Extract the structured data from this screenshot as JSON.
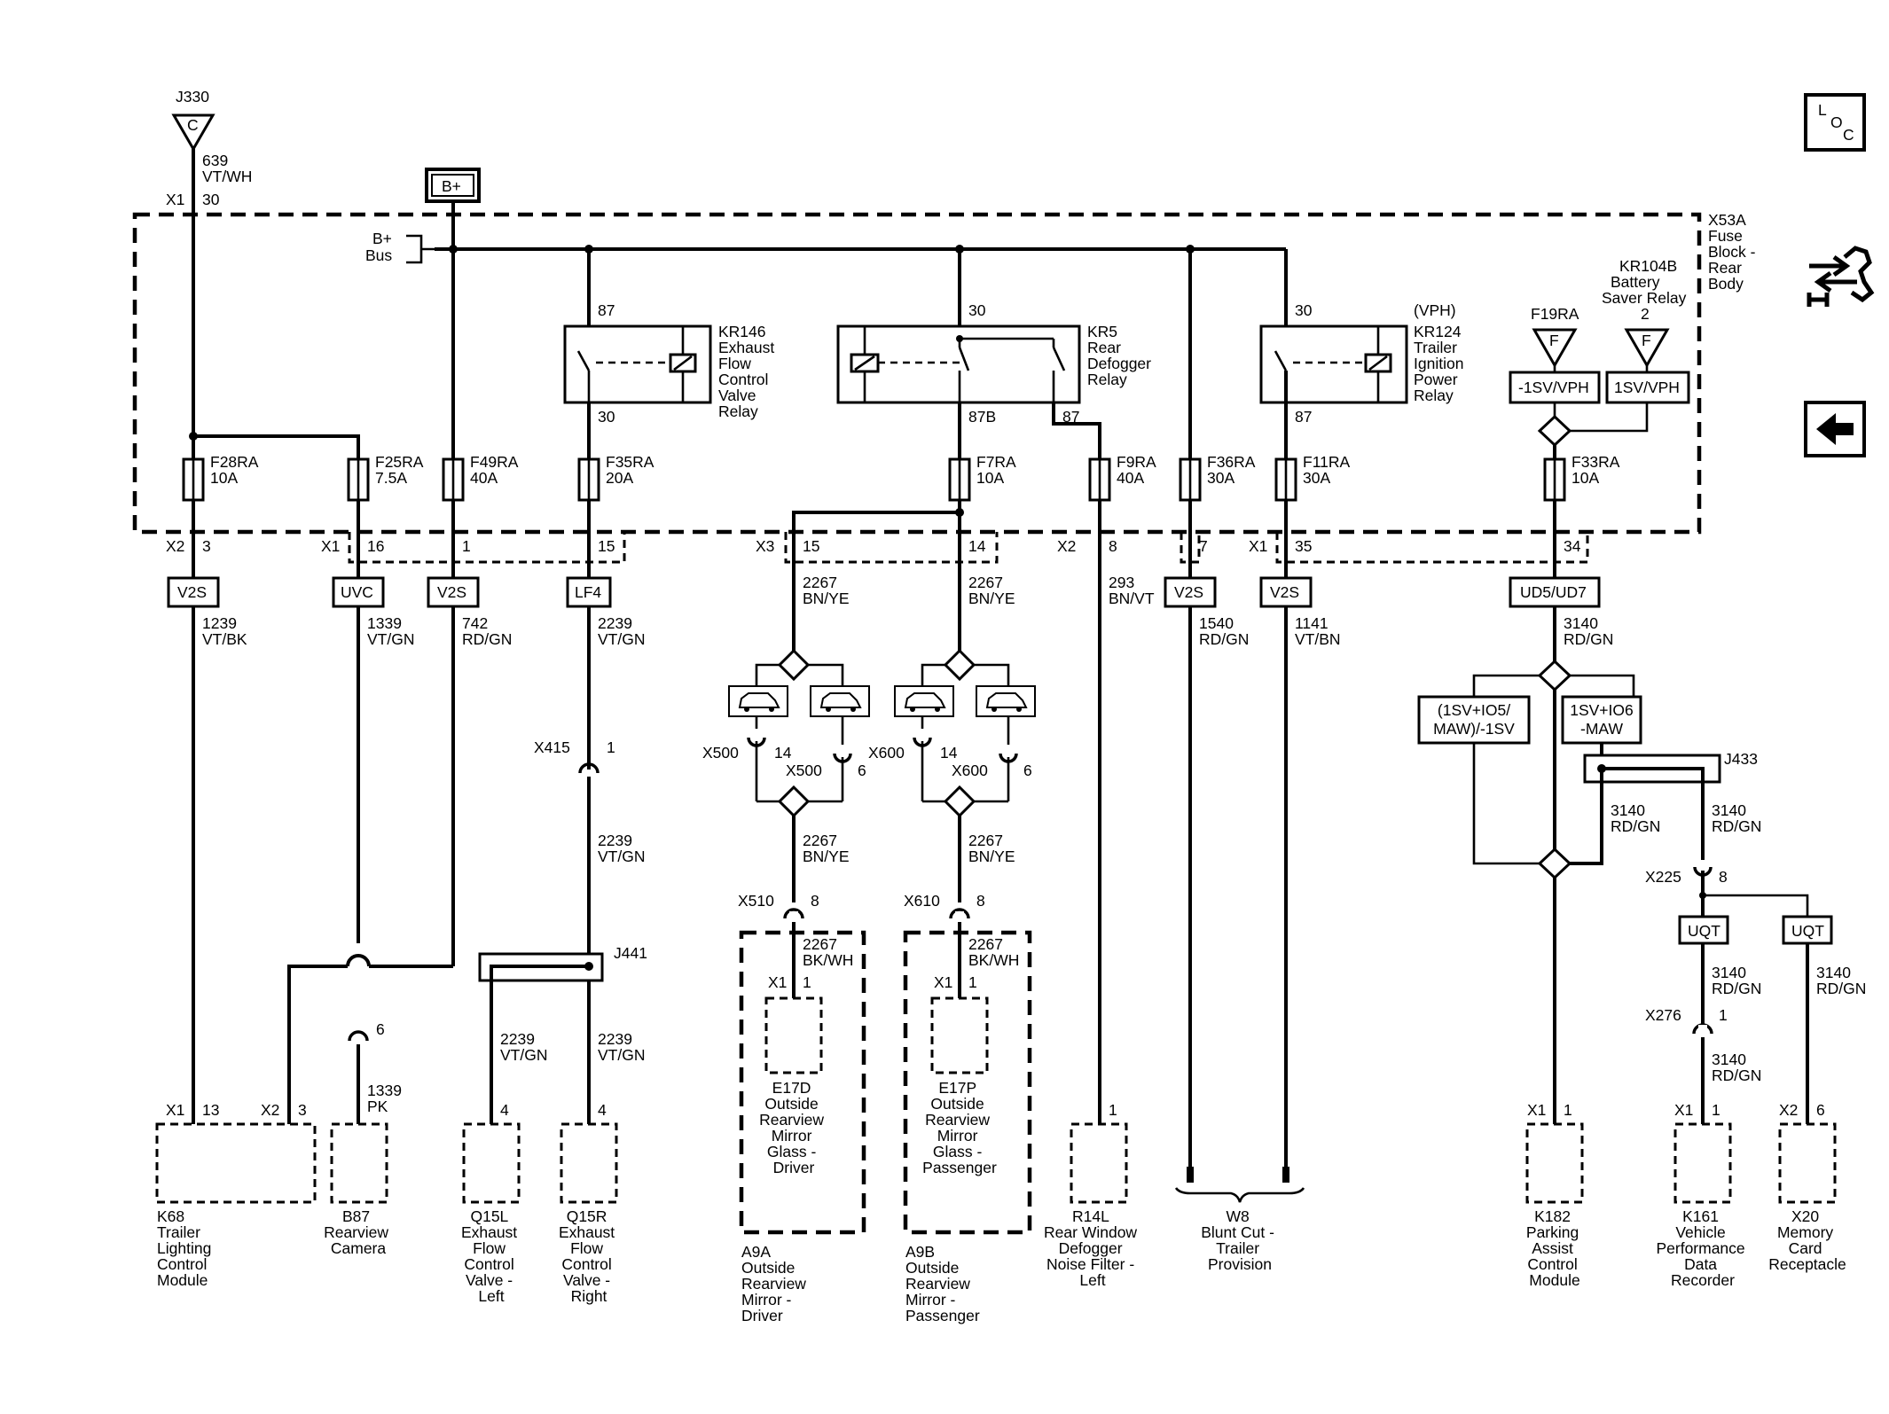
{
  "source": {
    "connector": "J330",
    "pin": "C"
  },
  "fuse_block": {
    "lines": [
      "X53A",
      "Fuse",
      "Block -",
      "Rear",
      "Body"
    ]
  },
  "battery": {
    "label": "B+"
  },
  "bus": {
    "lines": [
      "B+",
      "Bus"
    ]
  },
  "top_wire": {
    "circuit": "639",
    "color": "VT/WH",
    "connector": "X1",
    "pin": "30"
  },
  "relays": [
    {
      "id": "KR146",
      "lines": [
        "KR146",
        "Exhaust",
        "Flow",
        "Control",
        "Valve",
        "Relay"
      ],
      "pin_in": "87",
      "pin_out": "30"
    },
    {
      "id": "KR5",
      "lines": [
        "KR5",
        "Rear",
        "Defogger",
        "Relay"
      ],
      "pin_in": "30",
      "pin_out_a": "87B",
      "pin_out_b": "87"
    },
    {
      "id": "KR124",
      "lines": [
        "KR124",
        "Trailer",
        "Ignition",
        "Power",
        "Relay"
      ],
      "tag": "(VPH)",
      "pin_in": "30",
      "pin_out": "87"
    }
  ],
  "battery_saver": {
    "lines": [
      "KR104B",
      "Battery",
      "Saver Relay"
    ],
    "pin": "2",
    "fuse_label": "F19RA",
    "tri": "F",
    "box_left": "-1SV/VPH",
    "box_right": "1SV/VPH"
  },
  "fuses": [
    {
      "id": "F28RA",
      "rating": "10A"
    },
    {
      "id": "F25RA",
      "rating": "7.5A"
    },
    {
      "id": "F49RA",
      "rating": "40A"
    },
    {
      "id": "F35RA",
      "rating": "20A"
    },
    {
      "id": "F7RA",
      "rating": "10A"
    },
    {
      "id": "F9RA",
      "rating": "40A"
    },
    {
      "id": "F36RA",
      "rating": "30A"
    },
    {
      "id": "F11RA",
      "rating": "30A"
    },
    {
      "id": "F33RA",
      "rating": "10A"
    }
  ],
  "fb_connectors": {
    "x2a": "X2",
    "x2a_pin": "3",
    "x1a": "X1",
    "x1a_pin": "16",
    "p1": "1",
    "p15": "15",
    "x3": "X3",
    "p3_15": "15",
    "p14": "14",
    "x2b": "X2",
    "p8": "8",
    "p7": "7",
    "x1b": "X1",
    "p35": "35",
    "p34": "34"
  },
  "options": [
    "V2S",
    "UVC",
    "V2S",
    "LF4",
    "V2S",
    "V2S",
    "UD5/UD7",
    "(1SV+IO5/",
    "MAW)/-1SV",
    "1SV+IO6",
    "-MAW",
    "UQT",
    "UQT"
  ],
  "wires": [
    {
      "circuit": "1239",
      "color": "VT/BK"
    },
    {
      "circuit": "1339",
      "color": "VT/GN"
    },
    {
      "circuit": "742",
      "color": "RD/GN"
    },
    {
      "circuit": "2239",
      "color": "VT/GN"
    },
    {
      "circuit": "2267",
      "color": "BN/YE"
    },
    {
      "circuit": "2267",
      "color": "BN/YE"
    },
    {
      "circuit": "293",
      "color": "BN/VT"
    },
    {
      "circuit": "1540",
      "color": "RD/GN"
    },
    {
      "circuit": "1141",
      "color": "VT/BN"
    },
    {
      "circuit": "3140",
      "color": "RD/GN"
    },
    {
      "circuit": "2239",
      "color": "VT/GN"
    },
    {
      "circuit": "2267",
      "color": "BN/YE"
    },
    {
      "circuit": "2267",
      "color": "BN/YE"
    },
    {
      "circuit": "2267",
      "color": "BK/WH"
    },
    {
      "circuit": "2267",
      "color": "BK/WH"
    },
    {
      "circuit": "3140",
      "color": "RD/GN"
    },
    {
      "circuit": "3140",
      "color": "RD/GN"
    },
    {
      "circuit": "3140",
      "color": "RD/GN"
    },
    {
      "circuit": "3140",
      "color": "RD/GN"
    },
    {
      "circuit": "3140",
      "color": "RD/GN"
    },
    {
      "circuit": "1339",
      "color": "PK"
    },
    {
      "circuit": "2239",
      "color": "VT/GN"
    },
    {
      "circuit": "2239",
      "color": "VT/GN"
    }
  ],
  "inline": {
    "x415": "X415",
    "x415_pin": "1",
    "x500a": "X500",
    "x500a_pin": "14",
    "x500b": "X500",
    "x500b_pin": "6",
    "x600a": "X600",
    "x600a_pin": "14",
    "x600b": "X600",
    "x600b_pin": "6",
    "x510": "X510",
    "x510_pin": "8",
    "x610": "X610",
    "x610_pin": "8",
    "j441": "J441",
    "j433": "J433",
    "x225": "X225",
    "x225_pin": "8",
    "x276": "X276",
    "x276_pin": "1",
    "b87_pin": "6"
  },
  "components": {
    "k68": {
      "conn1": "X1",
      "pin1": "13",
      "conn2": "X2",
      "pin2": "3",
      "lines": [
        "K68",
        "Trailer",
        "Lighting",
        "Control",
        "Module"
      ]
    },
    "b87": {
      "lines": [
        "B87",
        "Rearview",
        "Camera"
      ]
    },
    "q15l": {
      "pin": "4",
      "lines": [
        "Q15L",
        "Exhaust",
        "Flow",
        "Control",
        "Valve -",
        "Left"
      ]
    },
    "q15r": {
      "pin": "4",
      "lines": [
        "Q15R",
        "Exhaust",
        "Flow",
        "Control",
        "Valve -",
        "Right"
      ]
    },
    "a9a": {
      "lines": [
        "A9A",
        "Outside",
        "Rearview",
        "Mirror -",
        "Driver"
      ],
      "inner_conn": "X1",
      "inner_pin": "1",
      "inner": [
        "E17D",
        "Outside",
        "Rearview",
        "Mirror",
        "Glass -",
        "Driver"
      ]
    },
    "a9b": {
      "lines": [
        "A9B",
        "Outside",
        "Rearview",
        "Mirror -",
        "Passenger"
      ],
      "inner_conn": "X1",
      "inner_pin": "1",
      "inner": [
        "E17P",
        "Outside",
        "Rearview",
        "Mirror",
        "Glass -",
        "Passenger"
      ]
    },
    "r14l": {
      "pin": "1",
      "lines": [
        "R14L",
        "Rear Window",
        "Defogger",
        "Noise Filter -",
        "Left"
      ]
    },
    "w8": {
      "lines": [
        "W8",
        "Blunt Cut -",
        "Trailer",
        "Provision"
      ]
    },
    "k182": {
      "conn": "X1",
      "pin": "1",
      "lines": [
        "K182",
        "Parking",
        "Assist",
        "Control",
        "Module"
      ]
    },
    "k161": {
      "conn": "X1",
      "pin": "1",
      "lines": [
        "K161",
        "Vehicle",
        "Performance",
        "Data",
        "Recorder"
      ]
    },
    "x20": {
      "conn": "X2",
      "pin": "6",
      "lines": [
        "X20",
        "Memory",
        "Card",
        "Receptacle"
      ]
    }
  },
  "side_icons": {
    "loc": [
      "L",
      "O",
      "C"
    ],
    "icons": [
      "connector-tool-icon",
      "back-arrow-icon"
    ]
  }
}
